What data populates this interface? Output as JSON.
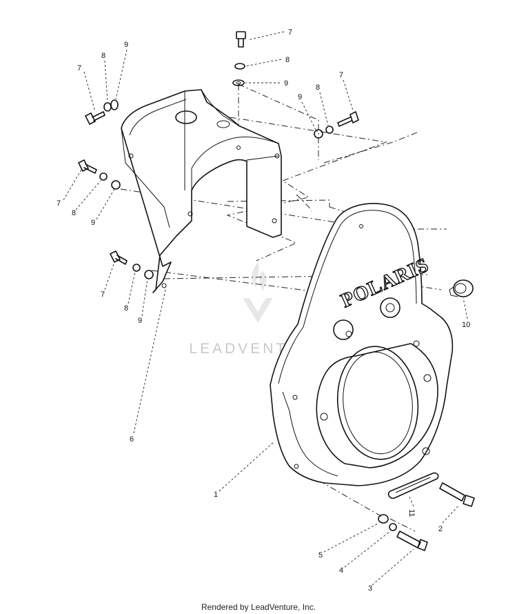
{
  "brand_text": "POLARIS",
  "watermark_text": "LEADVENTURE",
  "footer_text": "Rendered by LeadVenture, Inc.",
  "callouts": [
    {
      "id": "c7a",
      "text": "7"
    },
    {
      "id": "c8a",
      "text": "8"
    },
    {
      "id": "c9a",
      "text": "9"
    },
    {
      "id": "c7b",
      "text": "7"
    },
    {
      "id": "c8b",
      "text": "8"
    },
    {
      "id": "c9b",
      "text": "9"
    },
    {
      "id": "c9c",
      "text": "9"
    },
    {
      "id": "c8c",
      "text": "8"
    },
    {
      "id": "c7c",
      "text": "7"
    },
    {
      "id": "c7d",
      "text": "7"
    },
    {
      "id": "c8d",
      "text": "8"
    },
    {
      "id": "c9d",
      "text": "9"
    },
    {
      "id": "c7e",
      "text": "7"
    },
    {
      "id": "c8e",
      "text": "8"
    },
    {
      "id": "c9e",
      "text": "9"
    },
    {
      "id": "c10",
      "text": "10"
    },
    {
      "id": "c6",
      "text": "6"
    },
    {
      "id": "c1",
      "text": "1"
    },
    {
      "id": "c11",
      "text": "11"
    },
    {
      "id": "c2",
      "text": "2"
    },
    {
      "id": "c5",
      "text": "5"
    },
    {
      "id": "c4",
      "text": "4"
    },
    {
      "id": "c3",
      "text": "3"
    }
  ],
  "colors": {
    "line": "#111111",
    "watermark": "#c9c9c9",
    "background": "#ffffff"
  }
}
